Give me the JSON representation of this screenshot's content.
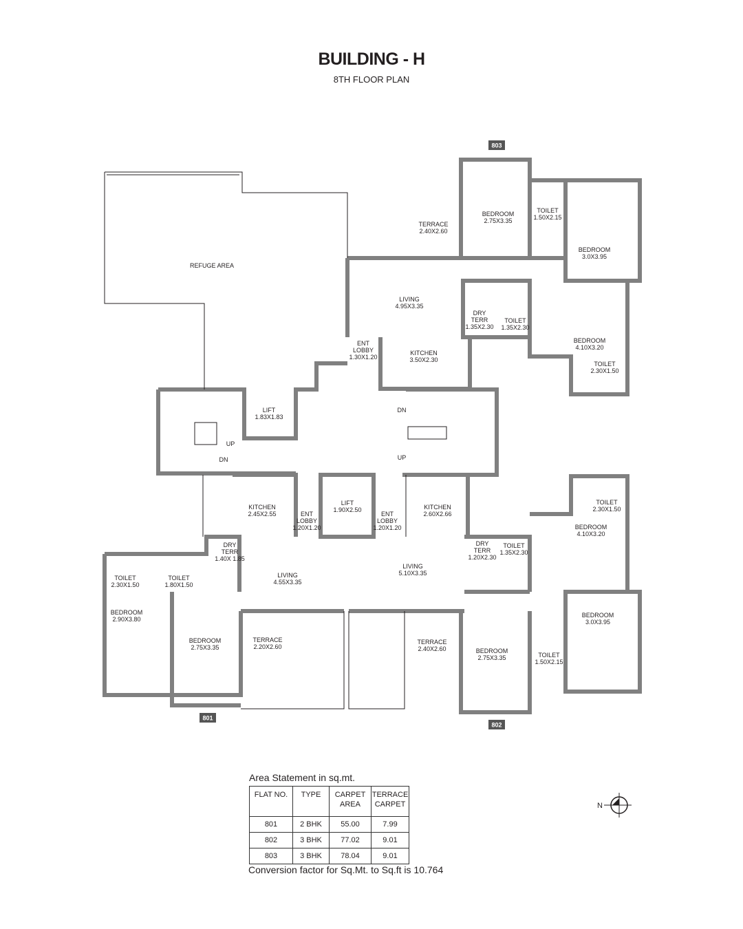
{
  "header": {
    "title": "BUILDING - H",
    "subtitle": "8TH FLOOR PLAN"
  },
  "flat_tags": [
    "803",
    "801",
    "802"
  ],
  "rooms": [
    {
      "name": "TERRACE",
      "dims": "2.40X2.60"
    },
    {
      "name": "BEDROOM",
      "dims": "2.75X3.35"
    },
    {
      "name": "TOILET",
      "dims": "1.50X2.15"
    },
    {
      "name": "BEDROOM",
      "dims": "3.0X3.95"
    },
    {
      "name": "LIVING",
      "dims": "4.95X3.35"
    },
    {
      "name": "DRY TERR",
      "dims": "1.35X2.30"
    },
    {
      "name": "TOILET",
      "dims": "1.35X2.30"
    },
    {
      "name": "BEDROOM",
      "dims": "4.10X3.20"
    },
    {
      "name": "TOILET",
      "dims": "2.30X1.50"
    },
    {
      "name": "ENT LOBBY",
      "dims": "1.30X1.20"
    },
    {
      "name": "KITCHEN",
      "dims": "3.50X2.30"
    },
    {
      "name": "REFUGE AREA",
      "dims": ""
    },
    {
      "name": "LIFT",
      "dims": "1.83X1.83"
    },
    {
      "name": "LIFT",
      "dims": "1.90X2.50"
    },
    {
      "name": "KITCHEN",
      "dims": "2.45X2.55"
    },
    {
      "name": "ENT LOBBY",
      "dims": "1.20X1.20"
    },
    {
      "name": "DRY TERR",
      "dims": "1.40X 1.85"
    },
    {
      "name": "LIVING",
      "dims": "4.55X3.35"
    },
    {
      "name": "TOILET",
      "dims": "2.30X1.50"
    },
    {
      "name": "TOILET",
      "dims": "1.80X1.50"
    },
    {
      "name": "BEDROOM",
      "dims": "2.90X3.80"
    },
    {
      "name": "BEDROOM",
      "dims": "2.75X3.35"
    },
    {
      "name": "TERRACE",
      "dims": "2.20X2.60"
    },
    {
      "name": "ENT LOBBY",
      "dims": "1.20X1.20"
    },
    {
      "name": "KITCHEN",
      "dims": "2.60X2.66"
    },
    {
      "name": "LIVING",
      "dims": "5.10X3.35"
    },
    {
      "name": "DRY TERR",
      "dims": "1.20X2.30"
    },
    {
      "name": "TOILET",
      "dims": "1.35X2.30"
    },
    {
      "name": "TOILET",
      "dims": "2.30X1.50"
    },
    {
      "name": "BEDROOM",
      "dims": "4.10X3.20"
    },
    {
      "name": "BEDROOM",
      "dims": "3.0X3.95"
    },
    {
      "name": "TERRACE",
      "dims": "2.40X2.60"
    },
    {
      "name": "BEDROOM",
      "dims": "2.75X3.35"
    },
    {
      "name": "TOILET",
      "dims": "1.50X2.15"
    }
  ],
  "stairs": [
    "UP",
    "DN",
    "DN",
    "UP"
  ],
  "north_label": "N",
  "area_statement": {
    "caption": "Area Statement in sq.mt.",
    "headers": [
      "FLAT NO.",
      "TYPE",
      "CARPET AREA",
      "TERRACE CARPET"
    ],
    "rows": [
      [
        "801",
        "2 BHK",
        "55.00",
        "7.99"
      ],
      [
        "802",
        "3 BHK",
        "77.02",
        "9.01"
      ],
      [
        "803",
        "3 BHK",
        "78.04",
        "9.01"
      ]
    ],
    "note": "Conversion factor for Sq.Mt. to Sq.ft is 10.764"
  },
  "colors": {
    "wall": "#808080",
    "line": "#231f20",
    "tag": "#555555"
  }
}
